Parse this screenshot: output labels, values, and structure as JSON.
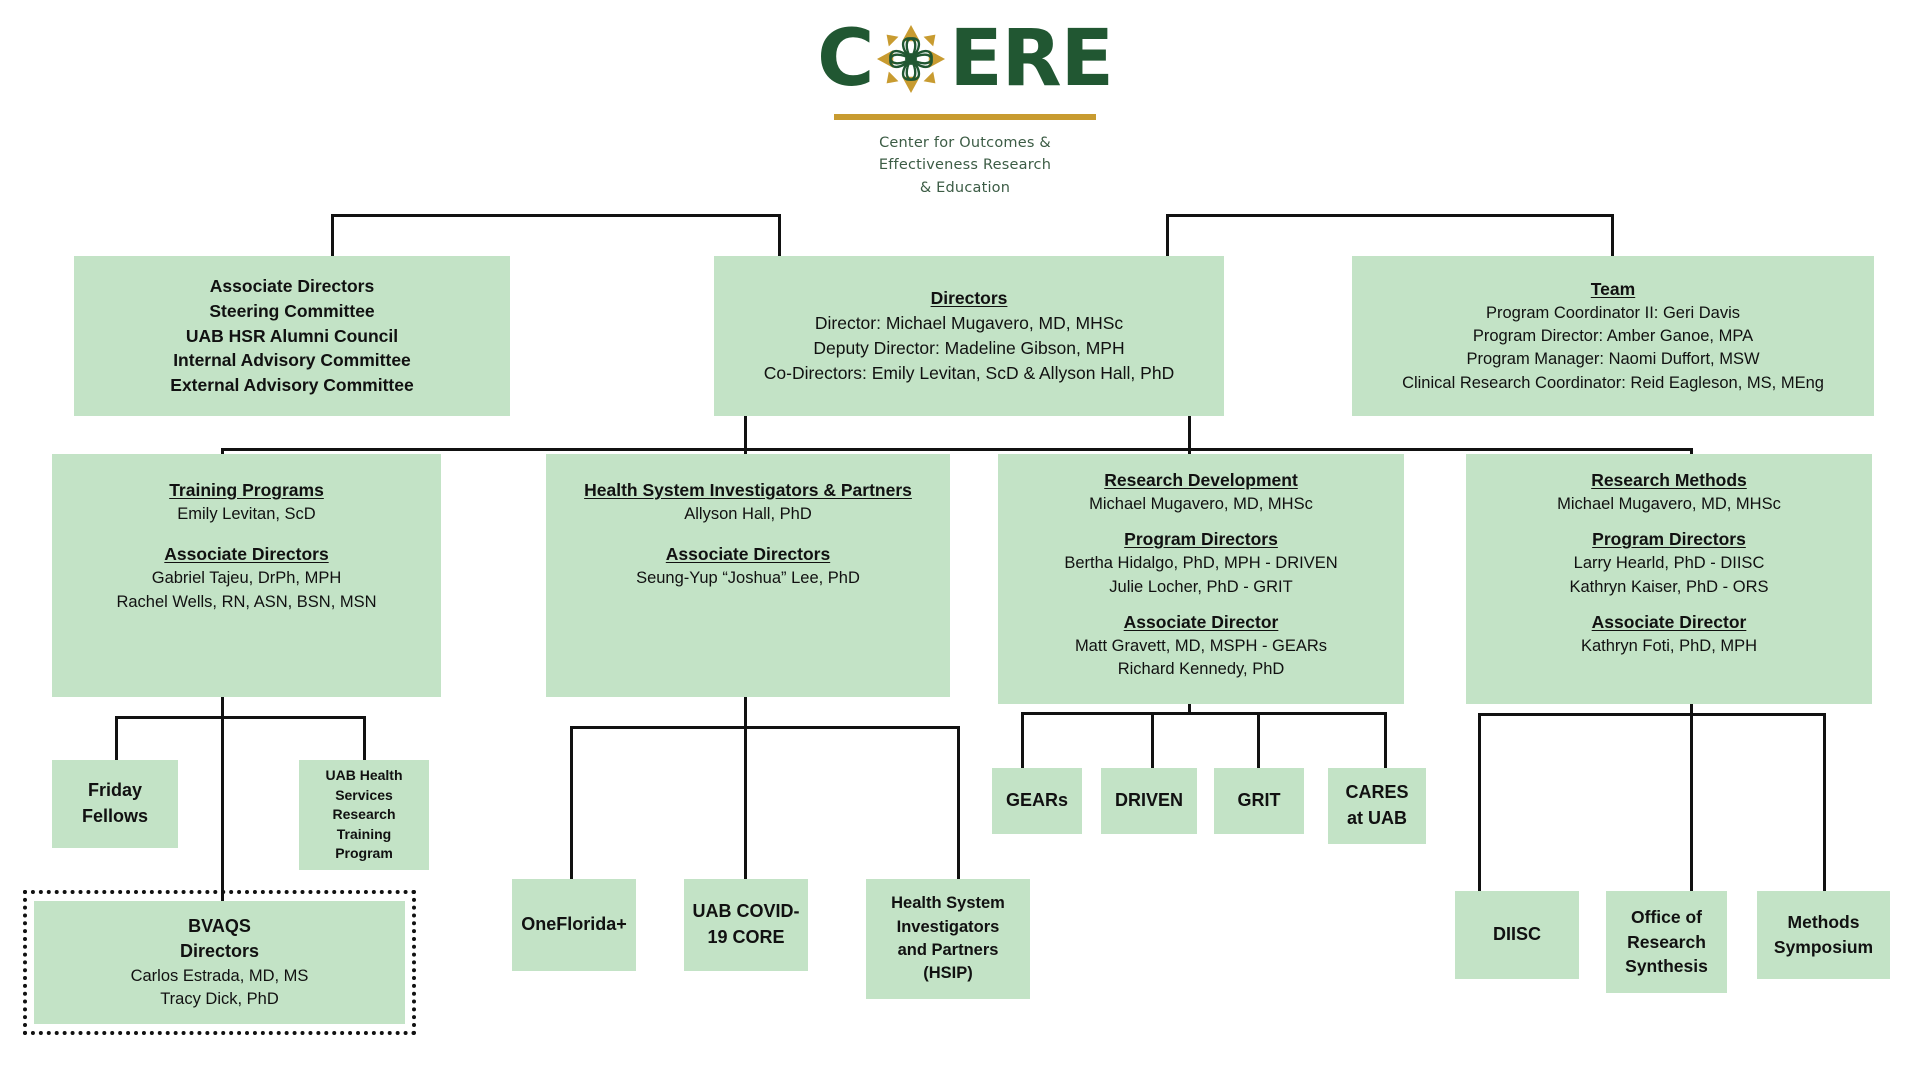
{
  "logo": {
    "letters_before": "C",
    "emblem_icon": "core-knot-emblem-icon",
    "letters_after": "ERE",
    "tagline_line1": "Center for Outcomes &",
    "tagline_line2": "Effectiveness Research",
    "tagline_line3": "& Education",
    "green": "#215732",
    "gold": "#c89b30"
  },
  "colors": {
    "node_fill": "#c3e3c6",
    "line": "#111111",
    "text": "#111111"
  },
  "tier1": {
    "committees": {
      "lines": [
        "Associate Directors",
        "Steering Committee",
        "UAB HSR Alumni Council",
        "Internal Advisory Committee",
        "External Advisory Committee"
      ]
    },
    "directors": {
      "title": "Directors",
      "lines": [
        "Director: Michael Mugavero, MD, MHSc",
        "Deputy Director: Madeline Gibson, MPH",
        "Co-Directors: Emily Levitan, ScD & Allyson Hall, PhD"
      ]
    },
    "team": {
      "title": "Team",
      "lines": [
        "Program Coordinator II: Geri Davis",
        "Program Director: Amber Ganoe, MPA",
        "Program Manager: Naomi Duffort, MSW",
        "Clinical Research Coordinator: Reid Eagleson, MS, MEng"
      ]
    }
  },
  "tier2": {
    "training": {
      "title": "Training Programs",
      "lead": "Emily Levitan, ScD",
      "sub_title": "Associate Directors",
      "sub_lines": [
        "Gabriel Tajeu, DrPh, MPH",
        "Rachel Wells, RN, ASN, BSN, MSN"
      ]
    },
    "health_system": {
      "title": "Health System Investigators & Partners",
      "lead": "Allyson Hall, PhD",
      "sub_title": "Associate Directors",
      "sub_lines": [
        "Seung-Yup “Joshua” Lee, PhD"
      ]
    },
    "research_dev": {
      "title": "Research Development",
      "lead": "Michael Mugavero, MD, MHSc",
      "sub_title": "Program Directors",
      "sub_lines": [
        "Bertha Hidalgo, PhD, MPH - DRIVEN",
        "Julie Locher, PhD - GRIT"
      ],
      "sub_title2": "Associate Director",
      "sub_lines2": [
        "Matt Gravett, MD, MSPH - GEARs",
        "Richard Kennedy, PhD"
      ]
    },
    "research_methods": {
      "title": "Research Methods",
      "lead": "Michael Mugavero, MD, MHSc",
      "sub_title": "Program Directors",
      "sub_lines": [
        "Larry Hearld, PhD - DIISC",
        "Kathryn Kaiser, PhD - ORS"
      ],
      "sub_title2": "Associate Director",
      "sub_lines2": [
        "Kathryn Foti, PhD, MPH"
      ]
    }
  },
  "tier3": {
    "friday_fellows": {
      "lines": [
        "Friday",
        "Fellows"
      ]
    },
    "uab_hsrtp": {
      "lines": [
        "UAB Health",
        "Services",
        "Research",
        "Training",
        "Program"
      ]
    },
    "bvaqs": {
      "title": "BVAQS",
      "subtitle": "Directors",
      "lines": [
        "Carlos Estrada, MD, MS",
        "Tracy Dick, PhD"
      ]
    },
    "onefloridaplus": {
      "lines": [
        "OneFlorida+"
      ]
    },
    "uab_covid": {
      "lines": [
        "UAB COVID-",
        "19 CORE"
      ]
    },
    "hsip": {
      "lines": [
        "Health System",
        "Investigators",
        "and Partners",
        "(HSIP)"
      ]
    },
    "gears": {
      "lines": [
        "GEARs"
      ]
    },
    "driven": {
      "lines": [
        "DRIVEN"
      ]
    },
    "grit": {
      "lines": [
        "GRIT"
      ]
    },
    "cares": {
      "lines": [
        "CARES",
        "at UAB"
      ]
    },
    "diisc": {
      "lines": [
        "DIISC"
      ]
    },
    "ors": {
      "lines": [
        "Office of",
        "Research",
        "Synthesis"
      ]
    },
    "methods_symposium": {
      "lines": [
        "Methods",
        "Symposium"
      ]
    }
  }
}
